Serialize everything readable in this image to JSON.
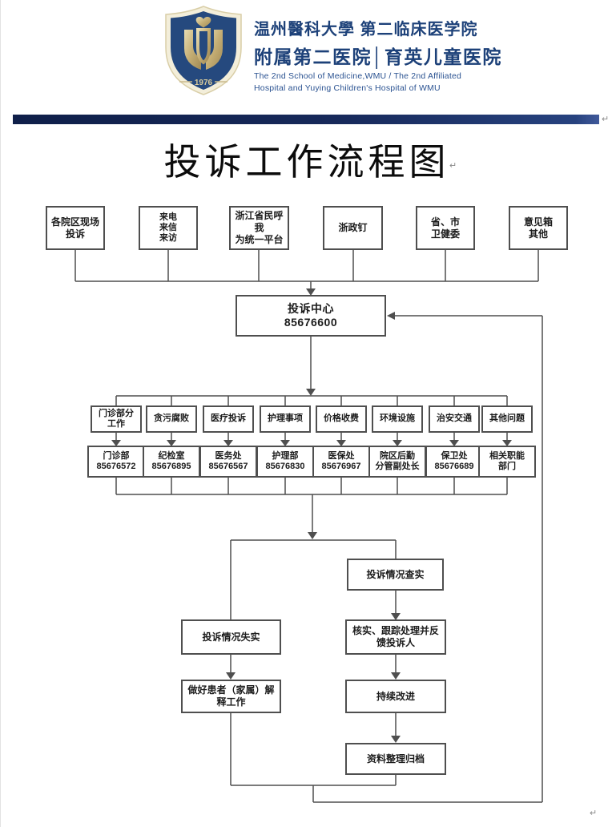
{
  "header": {
    "logo": {
      "year": "1976"
    },
    "title_line1": "温州醫科大學 第二临床医学院",
    "title_line2": "附属第二医院│育英儿童医院",
    "subtitle_line1": "The 2nd School of Medicine,WMU / The 2nd Affiliated",
    "subtitle_line2": "Hospital and Yuying Children's Hospital of WMU"
  },
  "page_title": "投诉工作流程图",
  "paragraph_mark": "↵",
  "colors": {
    "header_navy": "#1d4179",
    "bar_navy": "#17295a",
    "logo_shield_navy": "#25497e",
    "logo_gold": "#c5ae74",
    "line_gray": "#4f4f4f"
  },
  "flowchart": {
    "sources": [
      {
        "label": "各院区现场\n投诉"
      },
      {
        "label": "来电\n来信\n来访"
      },
      {
        "label": "浙江省民呼我\n为统一平台"
      },
      {
        "label": "浙政钉"
      },
      {
        "label": "省、市\n卫健委"
      },
      {
        "label": "意见箱\n其他"
      }
    ],
    "center": {
      "name": "投诉中心",
      "phone": "85676600"
    },
    "categories": [
      {
        "label": "门诊部分\n工作"
      },
      {
        "label": "贪污腐败"
      },
      {
        "label": "医疗投诉"
      },
      {
        "label": "护理事项"
      },
      {
        "label": "价格收费"
      },
      {
        "label": "环境设施"
      },
      {
        "label": "治安交通"
      },
      {
        "label": "其他问题"
      }
    ],
    "departments": [
      {
        "name": "门诊部",
        "phone": "85676572"
      },
      {
        "name": "纪检室",
        "phone": "85676895"
      },
      {
        "name": "医务处",
        "phone": "85676567"
      },
      {
        "name": "护理部",
        "phone": "85676830"
      },
      {
        "name": "医保处",
        "phone": "85676967"
      },
      {
        "name": "院区后勤\n分管副处长",
        "phone": ""
      },
      {
        "name": "保卫处",
        "phone": "85676689"
      },
      {
        "name": "相关职能\n部门",
        "phone": ""
      }
    ],
    "outcome_verified": {
      "label": "投诉情况查实"
    },
    "outcome_unverified": {
      "label": "投诉情况失实"
    },
    "followup": {
      "label": "核实、跟踪处理并反\n馈投诉人"
    },
    "explain": {
      "label": "做好患者（家属）解\n释工作"
    },
    "improve": {
      "label": "持续改进"
    },
    "archive": {
      "label": "资料整理归档"
    }
  }
}
